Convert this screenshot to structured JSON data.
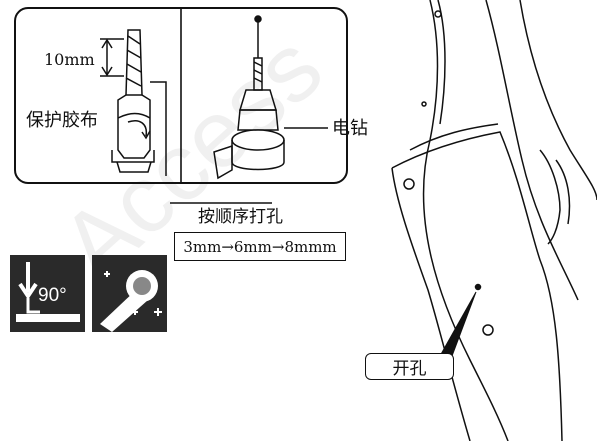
{
  "inset": {
    "drill_depth": "10mm",
    "tape_label": "保护胶布",
    "drill_label": "电钻"
  },
  "instructions": {
    "order_title": "按顺序打孔",
    "sequence": "3mm→6mm→8mmm"
  },
  "icons": {
    "angle": "90°",
    "angle_icon": "perpendicular-90-icon",
    "drill_bit_icon": "drill-bit-icon"
  },
  "part": {
    "hole_label": "开孔"
  },
  "watermark": "Access"
}
